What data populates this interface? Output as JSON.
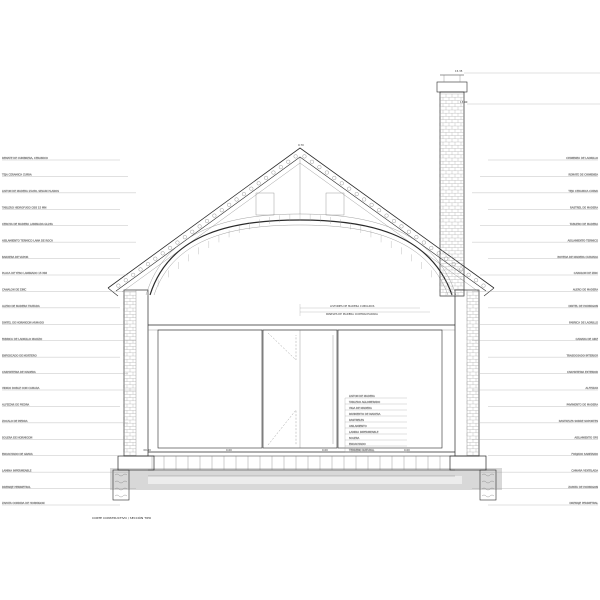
{
  "section": {
    "caption": "CORTE CONSTRUCTIVO / SECCIÓN TIPO",
    "chimney_top": "15.35",
    "chimney_mid": "13.90",
    "ridge": "9.70",
    "floor_levels": [
      "±0.00",
      "0.00",
      "0.00",
      "0.00"
    ]
  },
  "left_annotations": [
    "REMATE DE CUMBRERA, CERAMICO",
    "TEJA CERAMICA CURVA",
    "LISTON DE MADERA 25x50, SEGUN PLANOS",
    "TABLERO HIDROFUGO OSB 15 MM",
    "CERCHA DE MADERA LAMINADA GL24h",
    "AISLAMIENTO TERMICO LANA DE ROCA",
    "BARRERA DE VAPOR",
    "PLACA DE YESO LAMINADO 15 MM",
    "CANALON DE ZINC",
    "ALERO DE MADERA TRATADA",
    "DINTEL DE HORMIGON ARMADO",
    "FABRICA DE LADRILLO MACIZO",
    "ENFOSCADO DE MORTERO",
    "CARPINTERIA DE MADERA",
    "VIDRIO DOBLE CON CAMARA",
    "ALFEIZAR DE PIEDRA",
    "ZOCALO DE PIEDRA",
    "SOLERA DE HORMIGON",
    "ENCACHADO DE GRAVA",
    "LAMINA IMPERMEABLE",
    "DRENAJE PERIMETRAL",
    "ZAPATA CORRIDA DE HORMIGON"
  ],
  "right_annotations": [
    "CHIMENEA DE LADRILLO",
    "REMATE DE CHIMENEA",
    "TEJA CERAMICA CURVA",
    "RASTREL DE MADERA",
    "TABLERO DE MADERA",
    "AISLAMIENTO TERMICO",
    "BOVEDA DE MADERA CURVADA",
    "CANALON DE ZINC",
    "ALERO DE MADERA",
    "DINTEL DE HORMIGON",
    "FABRICA DE LADRILLO",
    "CAMARA DE AIRE",
    "TRASDOSADO INTERIOR",
    "CARPINTERIA EXTERIOR",
    "ALFEIZAR",
    "PAVIMENTO DE MADERA",
    "RASTRELES SOBRE SOPORTES",
    "AISLAMIENTO XPS",
    "FORJADO SANITARIO",
    "CAMARA VENTILADA",
    "ZAPATA DE HORMIGON",
    "DRENAJE PERIMETRAL"
  ],
  "center_annotations": [
    "LISTON DE MADERA",
    "TABLERO AGLOMERADO",
    "VIGA DE MADERA",
    "PAVIMENTO DE MADERA",
    "RASTRELES",
    "AISLAMIENTO",
    "LAMINA IMPERMEABLE",
    "SOLERA",
    "ENCACHADO",
    "TERRENO NATURAL"
  ],
  "vault_annotations": [
    "LISTONES DE MADERA CURVADOS",
    "PANELES DE MADERA CONTRACHAPADA"
  ]
}
